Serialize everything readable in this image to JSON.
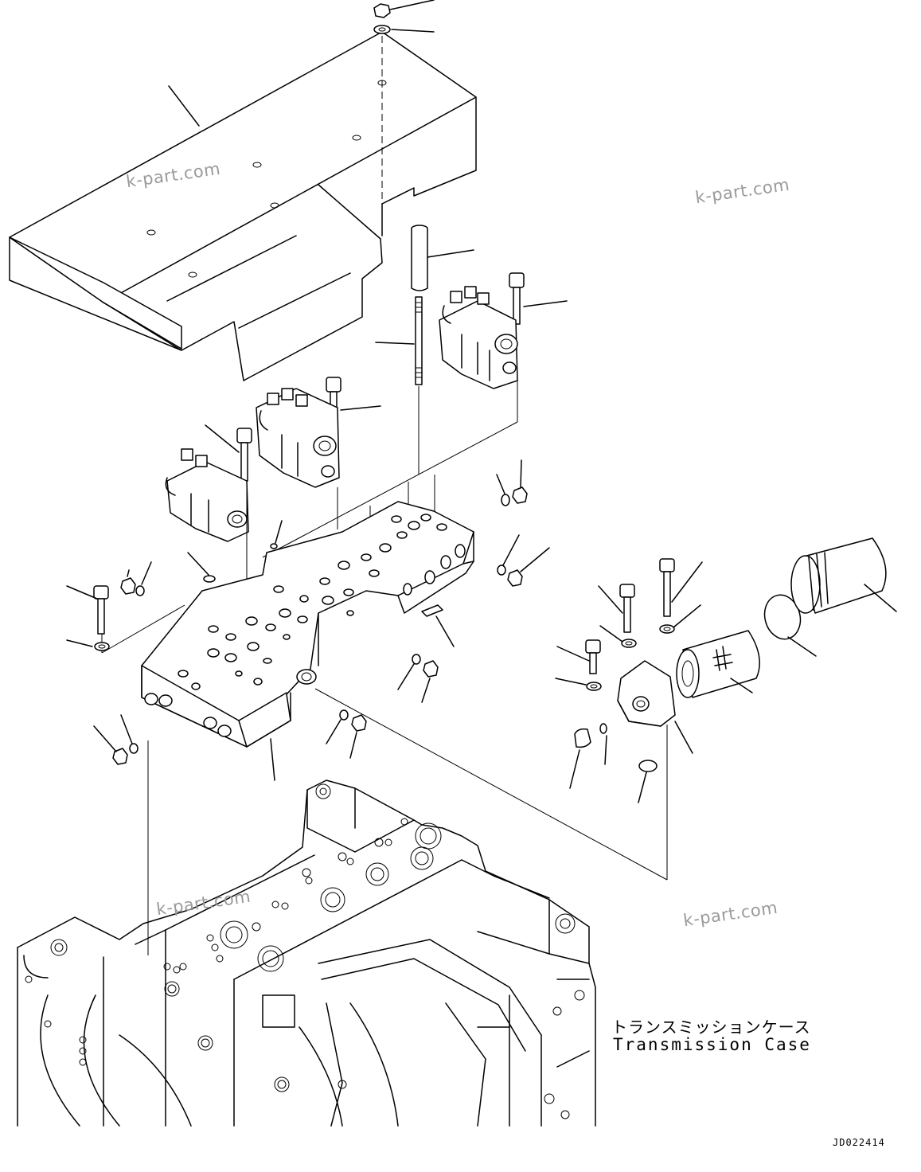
{
  "watermarks": [
    "k-part.com",
    "k-part.com",
    "k-part.com",
    "k-part.com"
  ],
  "labels": {
    "case_jp": "トランスミッションケース",
    "case_en": "Transmission Case"
  },
  "figure_code": "JD022414"
}
